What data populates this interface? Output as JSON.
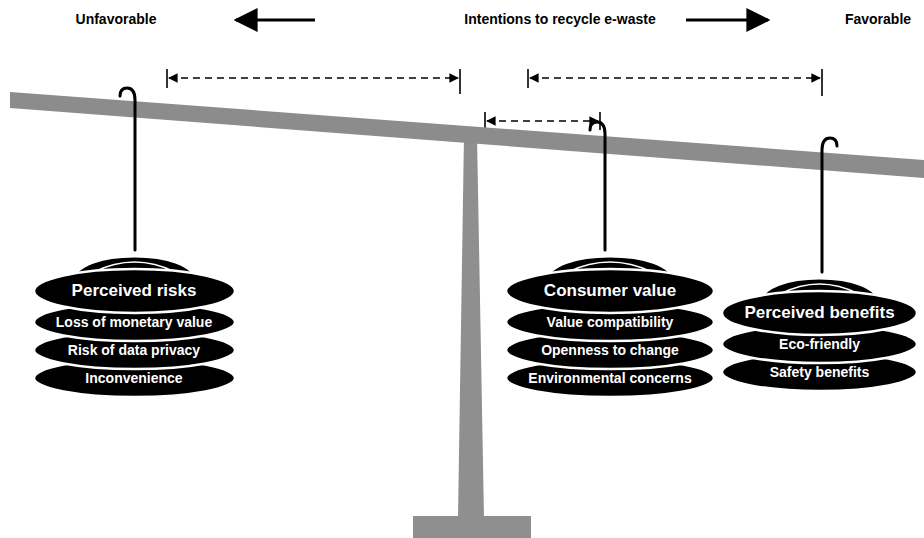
{
  "diagram": {
    "nodes": [
      {
        "text": [
          "Perceived risks",
          "Loss of monetary value",
          "Risk of data privacy",
          "Inconvenience"
        ]
      },
      {
        "text": [
          "Consumer value",
          "Value compatibility",
          "Openness to change",
          "Environmental concerns"
        ]
      },
      {
        "text": [
          "Perceived benefits",
          "Eco-friendly",
          "Safety benefits"
        ]
      }
    ],
    "labels": [
      "Unfavorable",
      "Intentions to recycle e-waste",
      "Favorable"
    ]
  }
}
